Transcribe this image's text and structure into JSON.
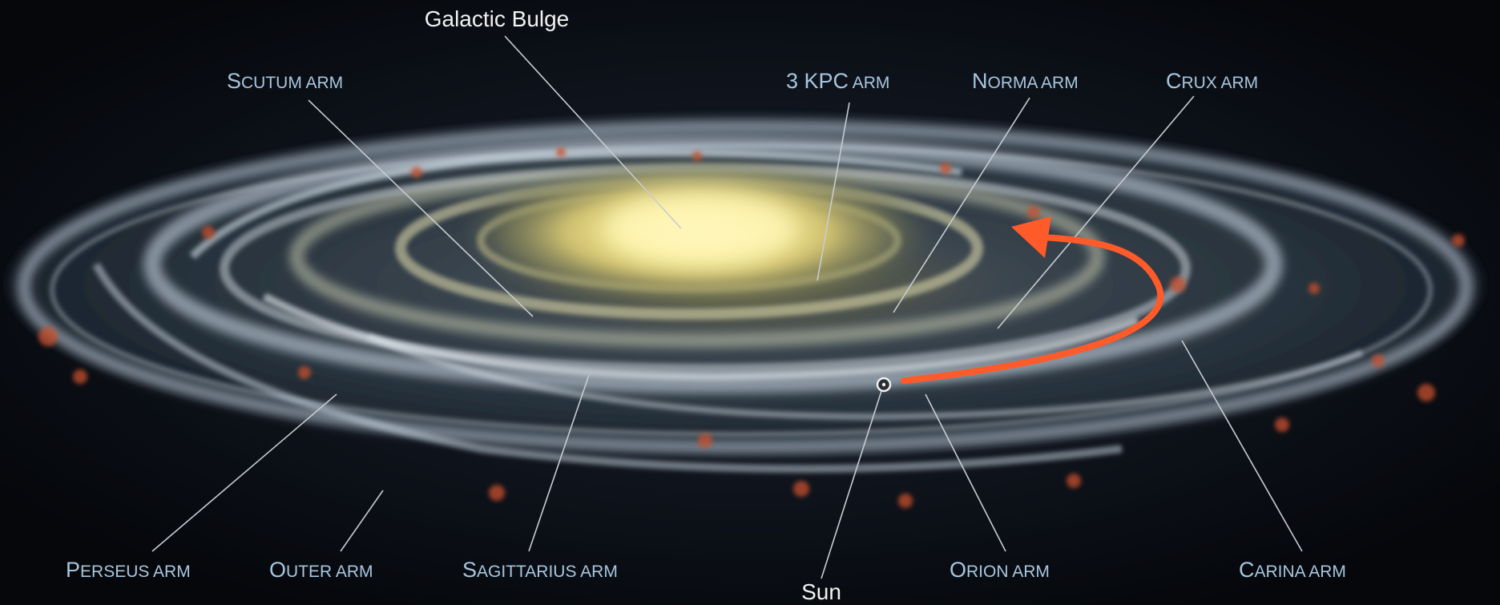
{
  "colors": {
    "background": "#0a0e16",
    "arm_label": "#a8c6e0",
    "white_label": "#f2f2f2",
    "leader_line": "#c8ccd2",
    "orbit_arrow": "#ff5a2a",
    "bulge_core": "#fff8c0",
    "arm_blue": "#cfe3f4",
    "hii_region": "#c8502c"
  },
  "labels": {
    "galactic_bulge": "Galactic Bulge",
    "scutum_first": "S",
    "scutum_rest": "CUTUM ARM",
    "kpc_first": "3 KPC",
    "kpc_rest": " ARM",
    "norma_first": "N",
    "norma_rest": "ORMA ARM",
    "crux_first": "C",
    "crux_rest": "RUX ARM",
    "perseus_first": "P",
    "perseus_rest": "ERSEUS ARM",
    "outer_first": "O",
    "outer_rest": "UTER ARM",
    "sagittarius_first": "S",
    "sagittarius_rest": "AGITTARIUS ARM",
    "sun": "Sun",
    "orion_first": "O",
    "orion_rest": "RION ARM",
    "carina_first": "C",
    "carina_rest": "ARINA ARM"
  },
  "icons": {
    "sun_marker": "sun-position-icon",
    "orbit_arrow": "orbit-direction-arrow-icon"
  }
}
